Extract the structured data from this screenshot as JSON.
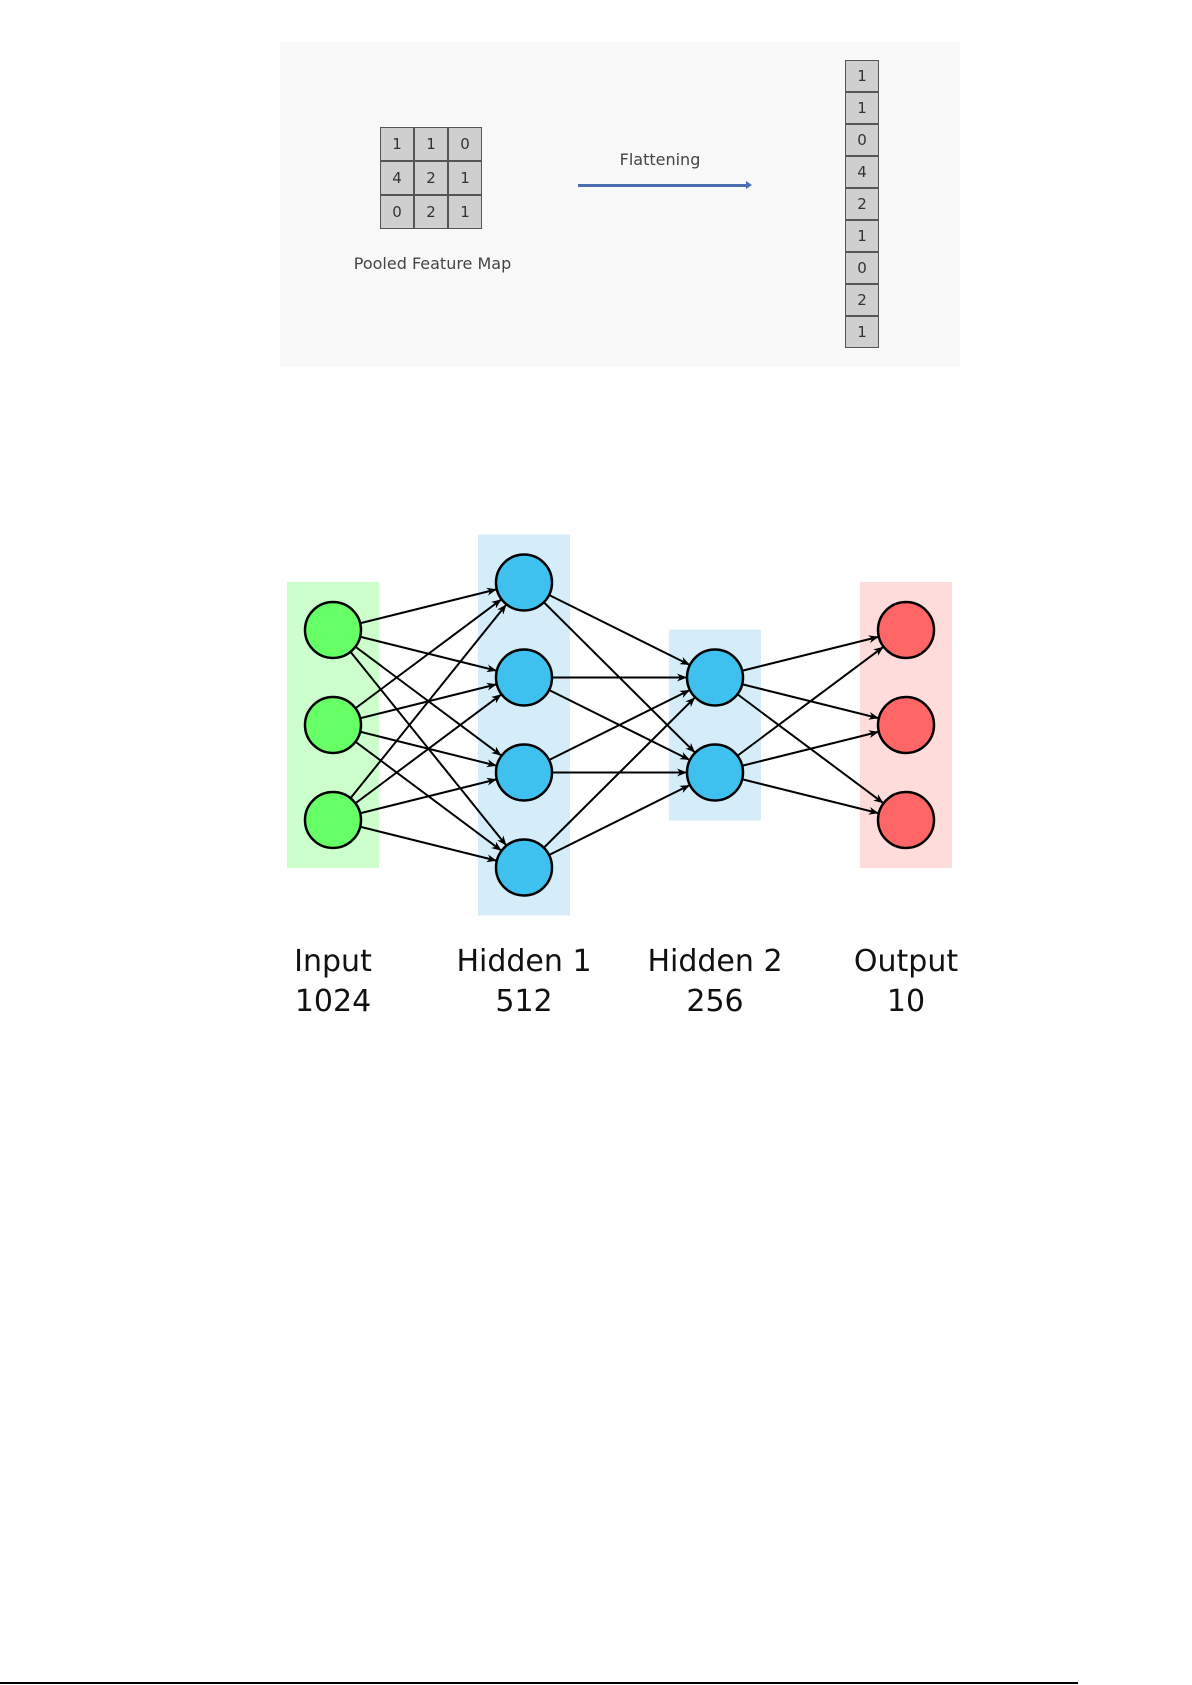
{
  "flattening": {
    "pooled_map": [
      [
        "1",
        "1",
        "0"
      ],
      [
        "4",
        "2",
        "1"
      ],
      [
        "0",
        "2",
        "1"
      ]
    ],
    "pooled_label": "Pooled Feature Map",
    "arrow_label": "Flattening",
    "flattened": [
      "1",
      "1",
      "0",
      "4",
      "2",
      "1",
      "0",
      "2",
      "1"
    ],
    "arrow_color": "#4a6fb0"
  },
  "network": {
    "layers": [
      {
        "name": "Input",
        "size": "1024",
        "nodes": 3,
        "color": "#66ff66",
        "bg": "#ccffcc"
      },
      {
        "name": "Hidden 1",
        "size": "512",
        "nodes": 4,
        "color": "#3fc1f0",
        "bg": "#d5ecf9"
      },
      {
        "name": "Hidden 2",
        "size": "256",
        "nodes": 2,
        "color": "#3fc1f0",
        "bg": "#d5ecf9"
      },
      {
        "name": "Output",
        "size": "10",
        "nodes": 3,
        "color": "#ff6666",
        "bg": "#ffdcdc"
      }
    ]
  }
}
